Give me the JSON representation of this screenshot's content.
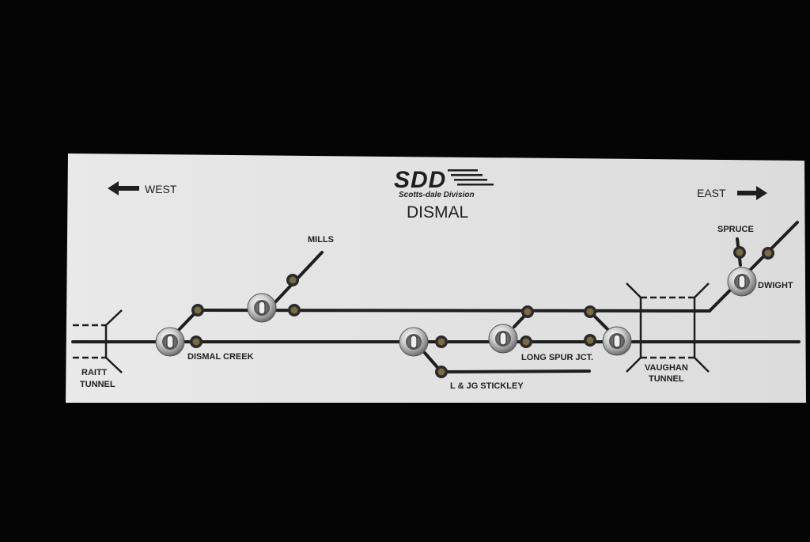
{
  "panel": {
    "direction_west": "WEST",
    "direction_east": "EAST",
    "logo_text": "SDD",
    "logo_subtitle": "Scotts-dale Division",
    "title": "DISMAL"
  },
  "labels": {
    "mills": "MILLS",
    "spruce": "SPRUCE",
    "dwight": "DWIGHT",
    "dismal_creek": "DISMAL CREEK",
    "long_spur_jct": "LONG SPUR JCT.",
    "l_jg_stickley": "L & JG STICKLEY",
    "raitt_tunnel_line1": "RAITT",
    "raitt_tunnel_line2": "TUNNEL",
    "vaughan_tunnel_line1": "VAUGHAN",
    "vaughan_tunnel_line2": "TUNNEL"
  },
  "colors": {
    "background": "#050505",
    "panel": "#e4e4e4",
    "track": "#1e1e1e",
    "led_ring": "#2a2a2a",
    "led_center": "#7a6a45",
    "toggle_metal": "#c8c8c8"
  },
  "icons": [
    "arrow-left-icon",
    "arrow-right-icon",
    "toggle-switch-icon",
    "indicator-led-icon"
  ]
}
